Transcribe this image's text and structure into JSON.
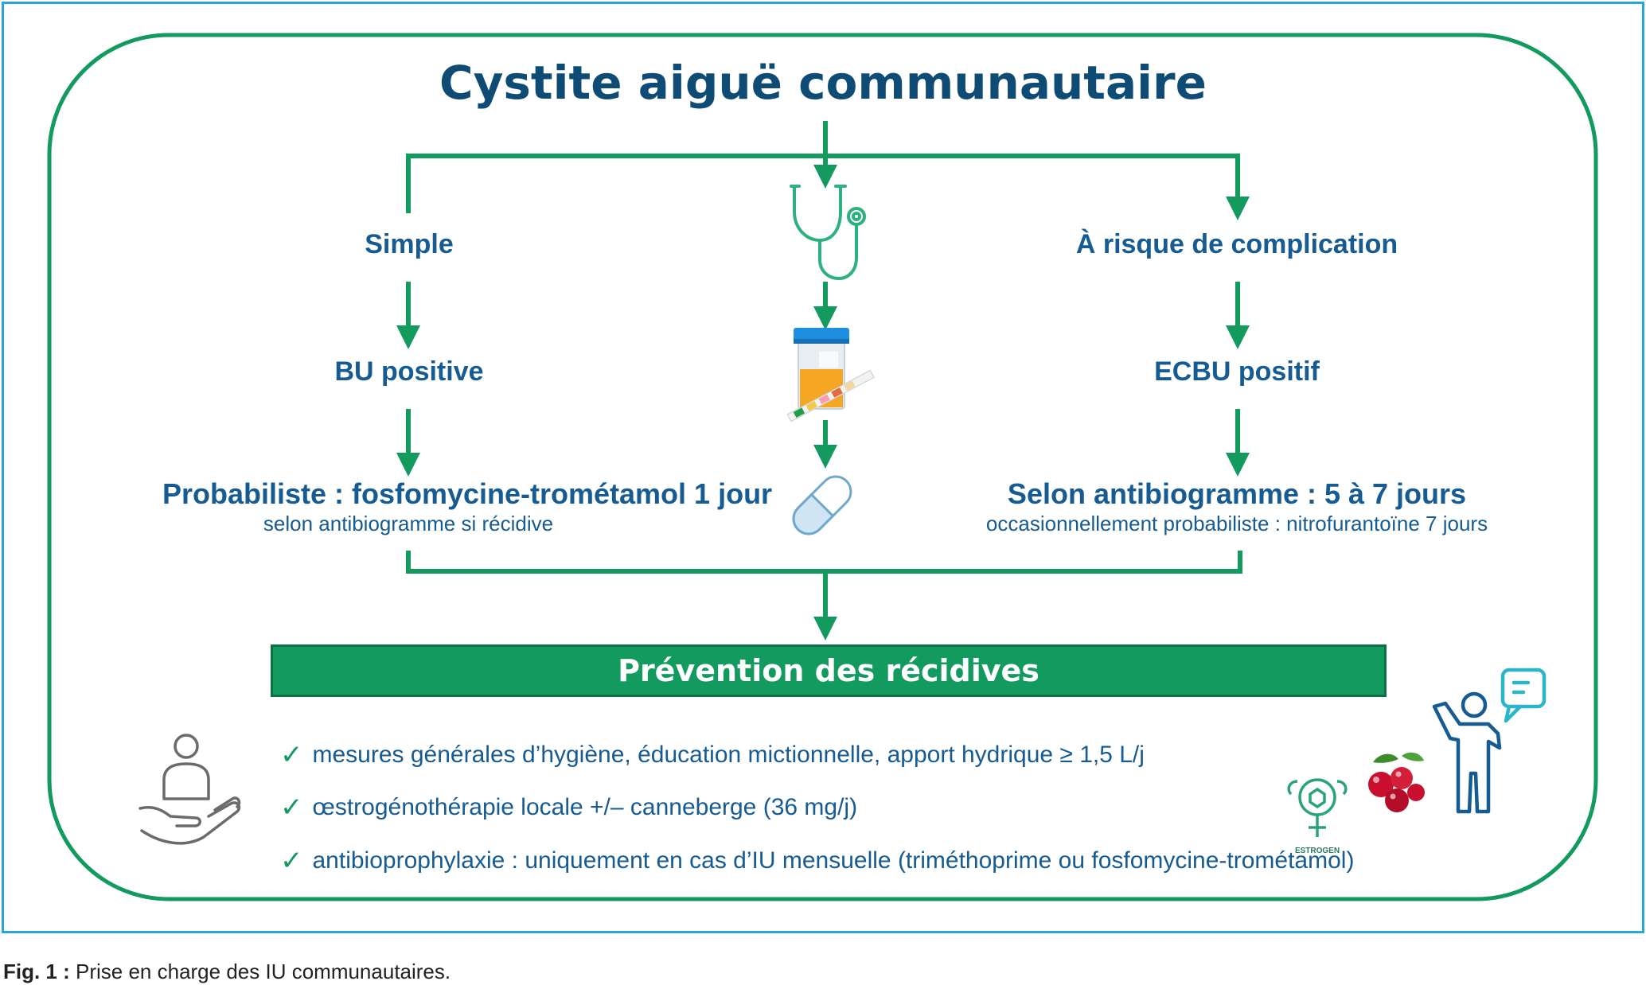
{
  "title": "Cystite aiguë communautaire",
  "left_branch": {
    "category": "Simple",
    "test": "BU positive",
    "treatment": "Probabiliste : fosfomycine-trométamol 1 jour",
    "treatment_note": "selon antibiogramme si récidive"
  },
  "right_branch": {
    "category": "À risque de complication",
    "test": "ECBU positif",
    "treatment": "Selon antibiogramme : 5 à 7 jours",
    "treatment_note": "occasionnellement probabiliste : nitrofurantoïne 7 jours"
  },
  "icons": {
    "stethoscope": "stethoscope-icon",
    "urine_cup": "urine-sample-cup-icon",
    "pill": "capsule-icon",
    "care_hand": "hand-care-icon",
    "estrogen": "estrogen-icon",
    "cranberry": "cranberry-icon",
    "person_chat": "person-speaking-icon"
  },
  "estrogen_label": "ESTROGEN",
  "prevention": {
    "title": "Prévention des récidives",
    "items": [
      "mesures générales d’hygiène, éducation mictionnelle, apport hydrique ≥ 1,5 L/j",
      "œstrogénothérapie locale +/– canneberge (36 mg/j)",
      "antibioprophylaxie : uniquement en cas d’IU mensuelle (triméthoprime ou fosfomycine-trométamol)"
    ],
    "check_glyph": "✓"
  },
  "caption": {
    "label": "Fig. 1 :",
    "text": " Prise en charge des IU communautaires."
  },
  "colors": {
    "green": "#139a5f",
    "navy": "#165b91",
    "title_navy": "#0f4c75",
    "frame_blue": "#2aa6d6"
  }
}
